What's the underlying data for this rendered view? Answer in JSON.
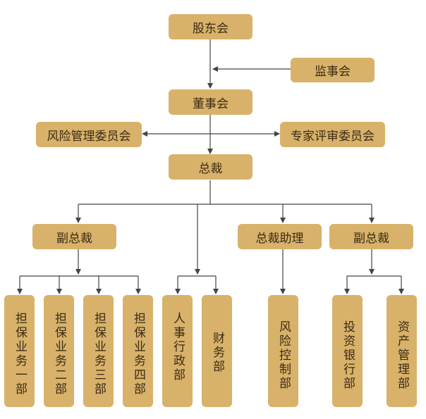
{
  "nodes": {
    "shareholders_meeting": "股东会",
    "supervisory_board": "监事会",
    "board_of_directors": "董事会",
    "risk_committee": "风险管理委员会",
    "expert_review_committee": "专家评审委员会",
    "president": "总裁",
    "vp_left": "副总裁",
    "president_assistant": "总裁助理",
    "vp_right": "副总裁"
  },
  "departments": {
    "guarantee_1": "担保业务一部",
    "guarantee_2": "担保业务二部",
    "guarantee_3": "担保业务三部",
    "guarantee_4": "担保业务四部",
    "hr_admin": "人事行政部",
    "finance": "财务部",
    "risk_control": "风险控制部",
    "investment_banking": "投资银行部",
    "asset_management": "资产管理部"
  },
  "colors": {
    "box": "#d8b26a",
    "text": "#3a2a14",
    "line": "#444444"
  }
}
